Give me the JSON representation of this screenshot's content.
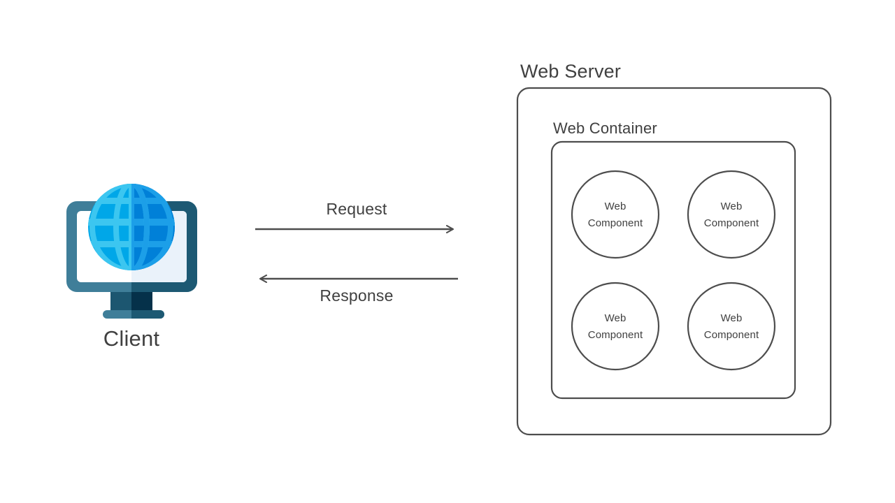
{
  "diagram": {
    "title": "Client / Web Server request-response diagram",
    "background": "#ffffff",
    "stroke_color": "#4d4d4d",
    "text_color": "#404040"
  },
  "client": {
    "label": "Client",
    "icon": "desktop-monitor-globe-icon",
    "colors": {
      "monitor_frame_light": "#3f7e99",
      "monitor_frame_dark": "#1d5973",
      "screen_light": "#ffffff",
      "screen_shade": "#eaf2fa",
      "stand_light": "#1c5670",
      "stand_dark": "#05314a",
      "base_light": "#3f7e99",
      "base_dark": "#1d5973",
      "globe_light": "#00a7e8",
      "globe_dark": "#0080d8",
      "globe_grid_light": "#3cc6f0",
      "globe_grid_dark": "#1c9fe8"
    }
  },
  "flows": [
    {
      "label": "Request",
      "direction": "right",
      "from": "client",
      "to": "web-server"
    },
    {
      "label": "Response",
      "direction": "left",
      "from": "web-server",
      "to": "client"
    }
  ],
  "web_server": {
    "label": "Web Server",
    "web_container": {
      "label": "Web Container",
      "components": [
        {
          "line1": "Web",
          "line2": "Component"
        },
        {
          "line1": "Web",
          "line2": "Component"
        },
        {
          "line1": "Web",
          "line2": "Component"
        },
        {
          "line1": "Web",
          "line2": "Component"
        }
      ]
    }
  }
}
